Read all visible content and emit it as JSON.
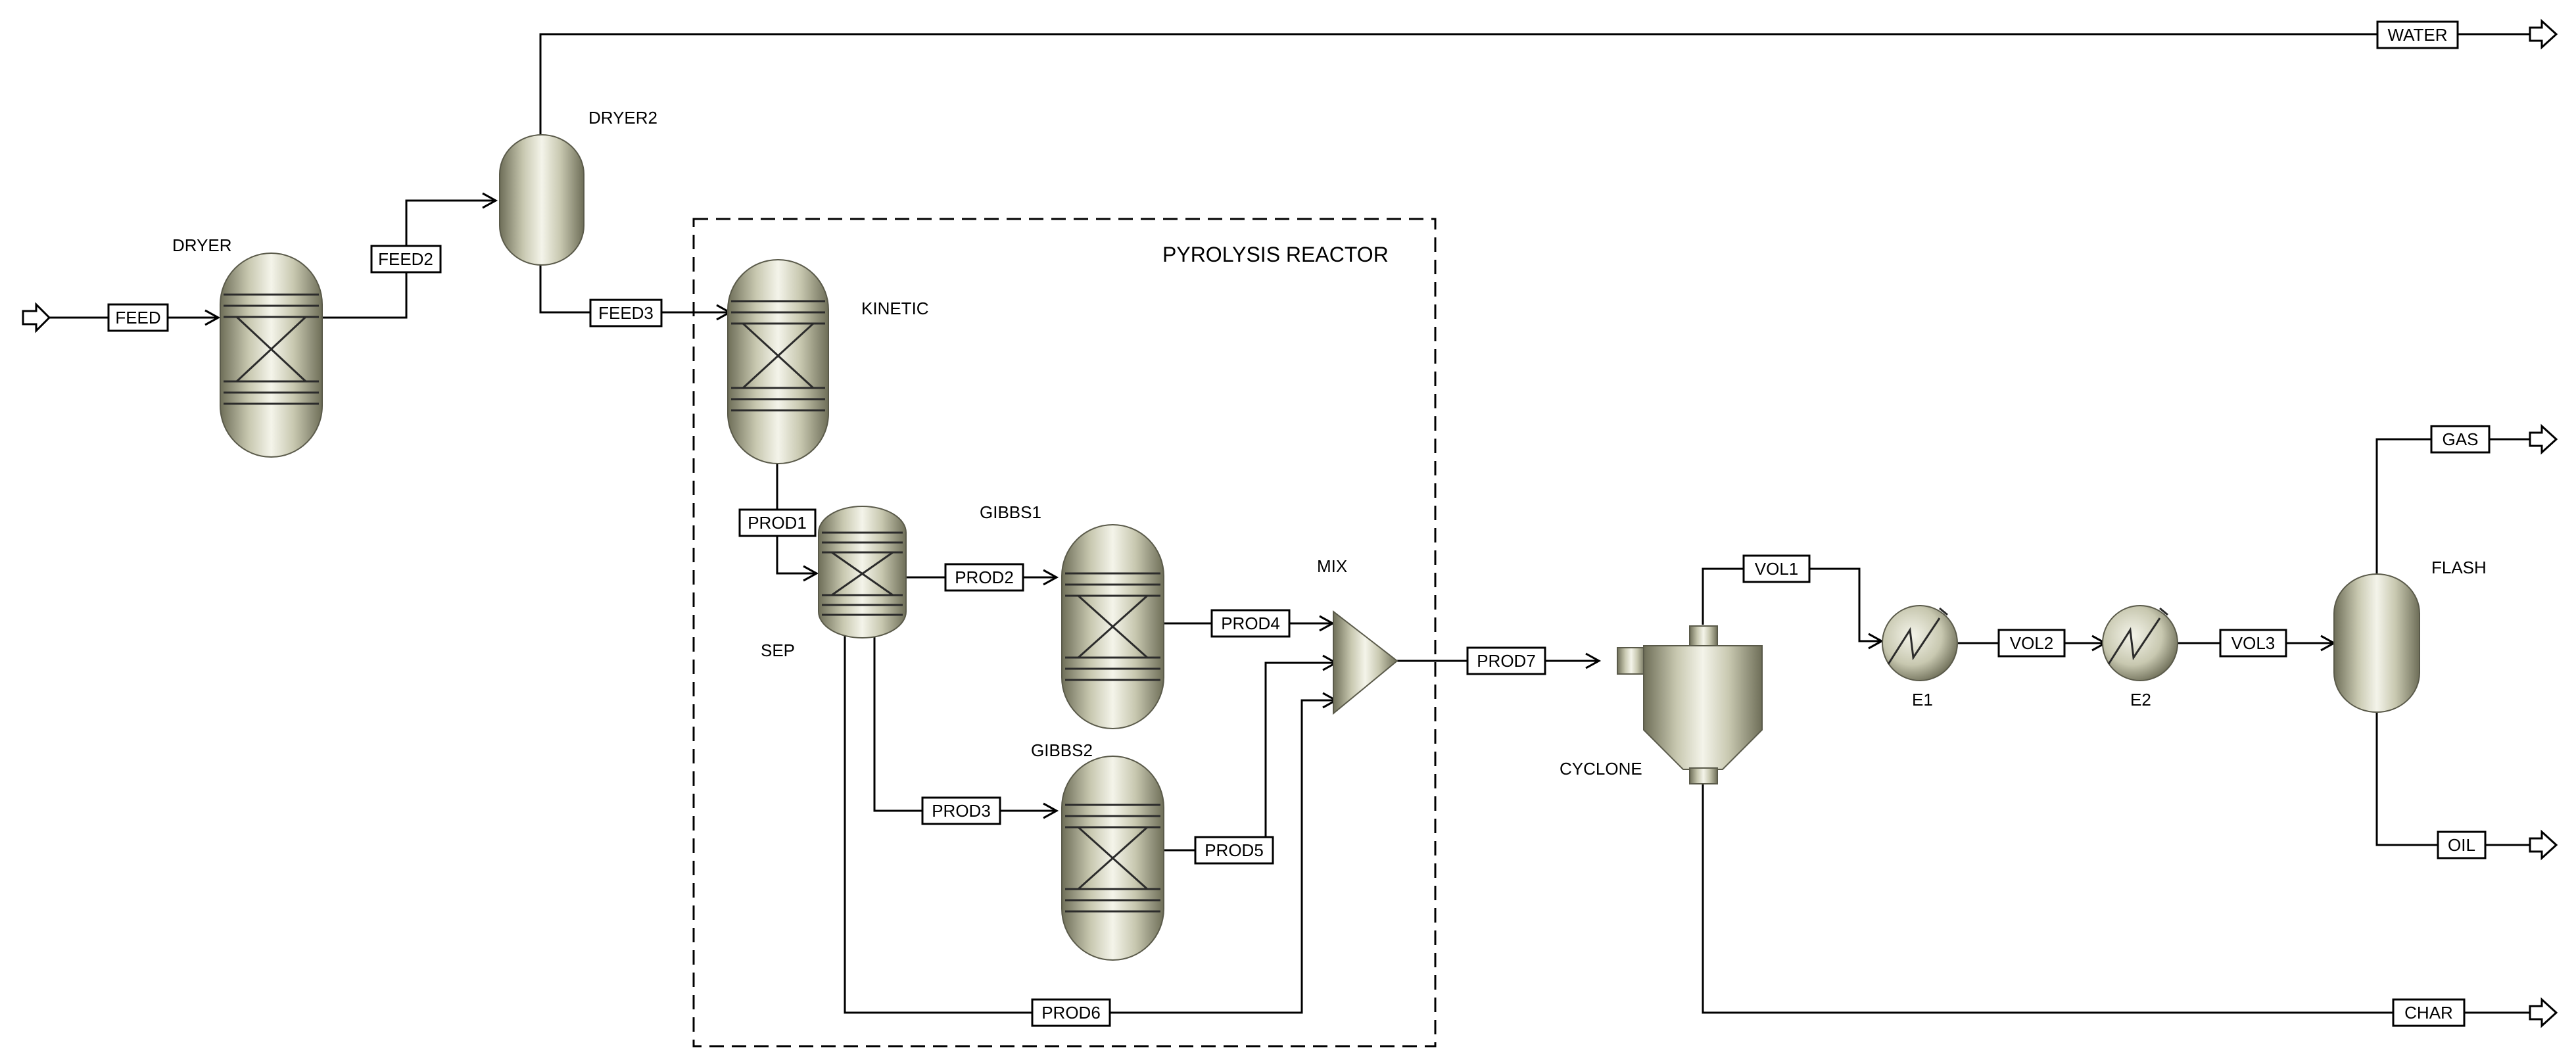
{
  "diagram": {
    "title": "PYROLYSIS REACTOR",
    "units": {
      "dryer": "DRYER",
      "dryer2": "DRYER2",
      "kinetic": "KINETIC",
      "sep": "SEP",
      "gibbs1": "GIBBS1",
      "gibbs2": "GIBBS2",
      "mix": "MIX",
      "cyclone": "CYCLONE",
      "e1": "E1",
      "e2": "E2",
      "flash": "FLASH"
    },
    "streams": {
      "feed": "FEED",
      "feed2": "FEED2",
      "feed3": "FEED3",
      "water": "WATER",
      "prod1": "PROD1",
      "prod2": "PROD2",
      "prod3": "PROD3",
      "prod4": "PROD4",
      "prod5": "PROD5",
      "prod6": "PROD6",
      "prod7": "PROD7",
      "vol1": "VOL1",
      "vol2": "VOL2",
      "vol3": "VOL3",
      "gas": "GAS",
      "oil": "OIL",
      "char": "CHAR"
    },
    "colors": {
      "vessel_light": "#f2f2e6",
      "vessel_mid": "#c8c8b0",
      "vessel_dark": "#6e6e58",
      "line": "#000000"
    }
  }
}
